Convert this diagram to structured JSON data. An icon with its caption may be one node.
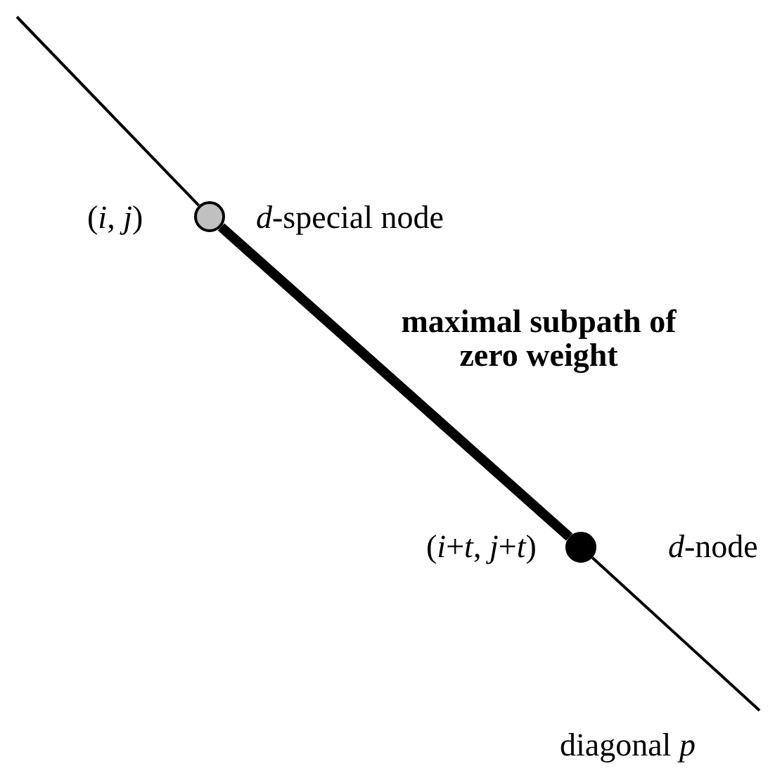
{
  "diagram": {
    "nodes": [
      {
        "text": [],
        "shape": "circle",
        "beside": [
          "(*i*, *j*)",
          "*d*-special node"
        ]
      },
      {
        "text": [],
        "shape": "circle",
        "beside": [
          "(*i*+*t*, *j*+*t*)",
          "*d*-node"
        ]
      }
    ],
    "edges": [
      {
        "from": null,
        "to": 0,
        "arrow": "none"
      },
      {
        "from": 0,
        "to": 1,
        "arrow": "none",
        "style": "thick",
        "label": "maximal subpath of zero weight"
      },
      {
        "from": 1,
        "to": null,
        "arrow": "none"
      }
    ],
    "labels": [
      "diagonal *p*"
    ]
  }
}
